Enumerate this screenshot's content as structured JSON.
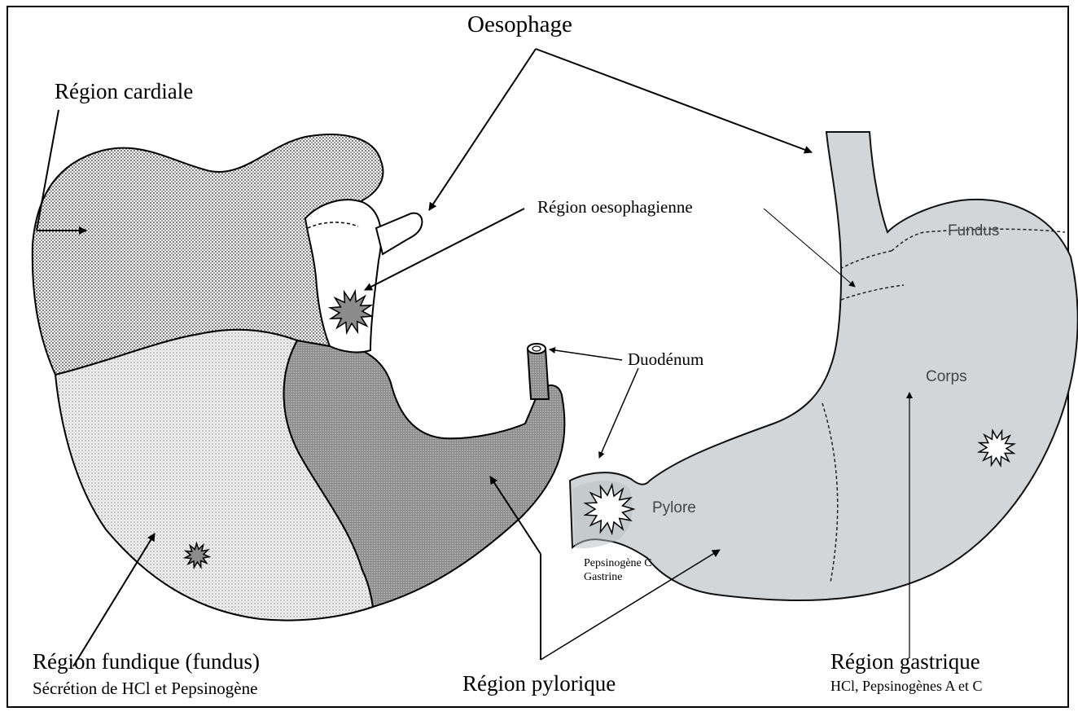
{
  "labels": {
    "oesophage": "Oesophage",
    "region_cardiale": "Région cardiale",
    "region_oesophagienne": "Région oesophagienne",
    "duodenum": "Duodénum",
    "region_fundique": "Région fundique (fundus)",
    "region_fundique_secretion": "Sécrétion de HCl et Pepsinogène",
    "region_pylorique": "Région pylorique",
    "pylorique_secretion_1": "Pepsinogène C",
    "pylorique_secretion_2": "Gastrine",
    "region_gastrique": "Région gastrique",
    "region_gastrique_secretion": "HCl, Pepsinogènes  A et C",
    "inner_fundus": "Fundus",
    "inner_corps": "Corps",
    "inner_pylore": "Pylore"
  },
  "colors": {
    "cardiac_region": "#c4c4c4",
    "fundic_region": "#e6e6e6",
    "pyloric_region": "#9a9a9a",
    "right_stomach": "#d2d6d9",
    "star_dark": "#8c8c8c",
    "star_light": "#ffffff"
  }
}
